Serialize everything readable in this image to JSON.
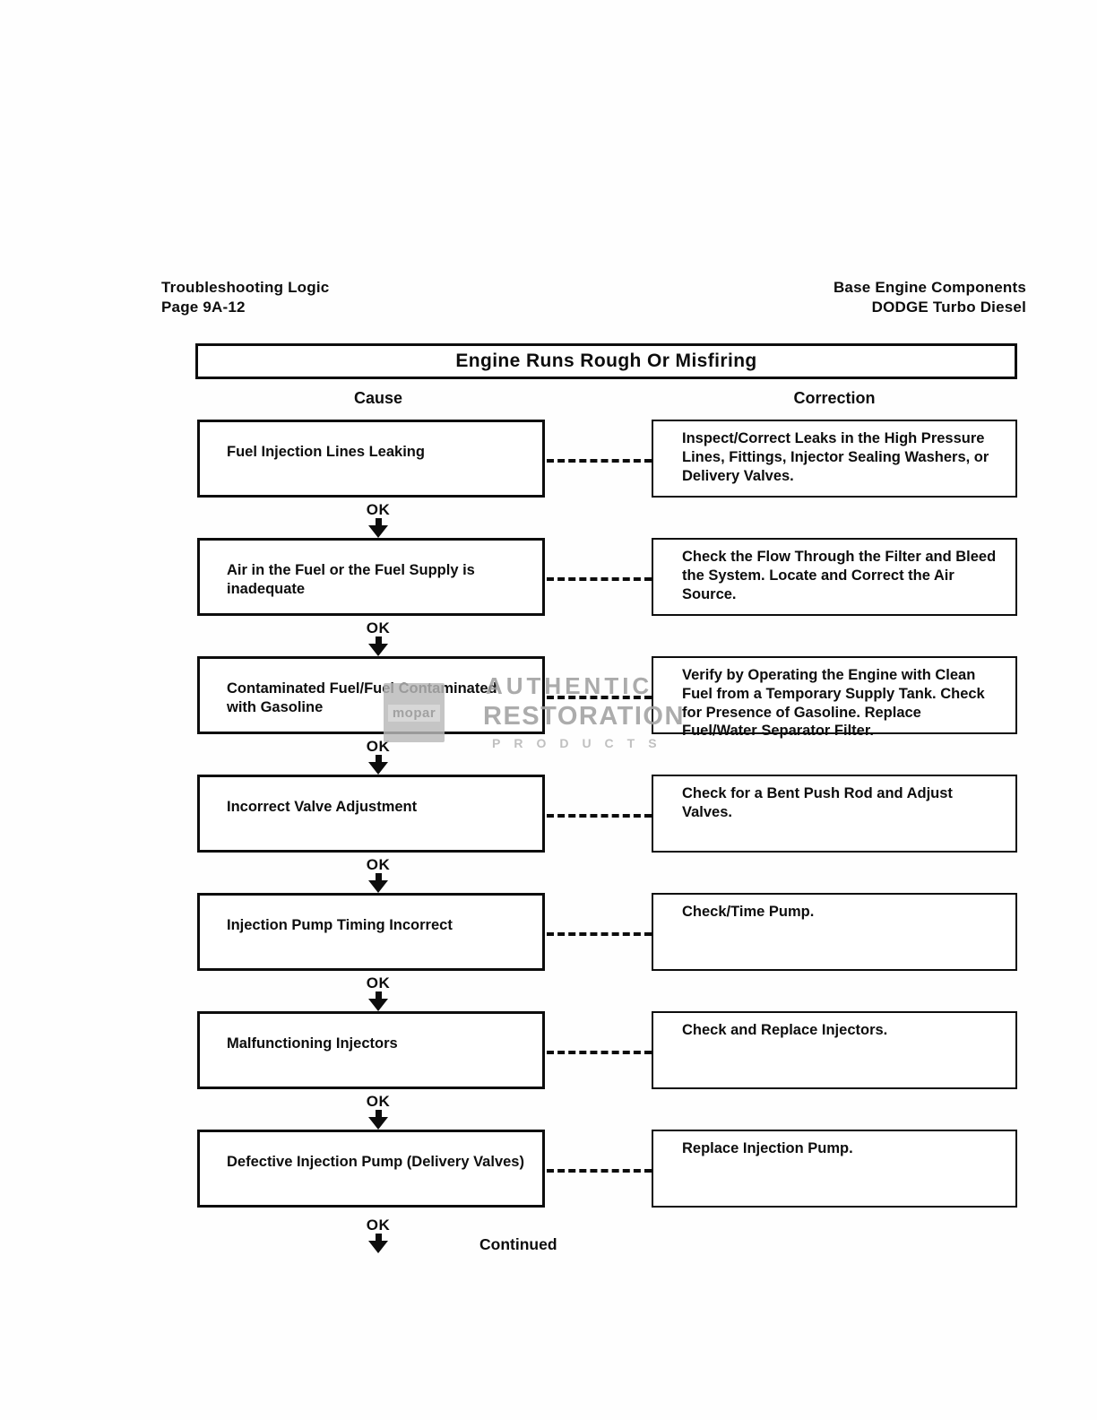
{
  "header": {
    "left_line1": "Troubleshooting Logic",
    "left_line2": "Page 9A-12",
    "right_line1": "Base Engine Components",
    "right_line2": "DODGE Turbo Diesel"
  },
  "chart": {
    "title": "Engine Runs Rough Or Misfiring",
    "cause_header": "Cause",
    "correction_header": "Correction",
    "ok_label": "OK",
    "continued_label": "Continued"
  },
  "rows": [
    {
      "cause": "Fuel Injection Lines Leaking",
      "correction": "Inspect/Correct Leaks in the High Pressure Lines, Fittings, Injector Sealing Washers, or Delivery Valves."
    },
    {
      "cause": "Air in the Fuel or the Fuel Supply is inadequate",
      "correction": "Check the Flow Through the Filter and Bleed the System. Locate and Correct the Air Source."
    },
    {
      "cause": "Contaminated Fuel/Fuel Contaminated with Gasoline",
      "correction": "Verify by Operating the Engine with Clean Fuel from a Temporary Supply Tank. Check for Presence of Gasoline. Replace Fuel/Water Separator Filter."
    },
    {
      "cause": "Incorrect Valve Adjustment",
      "correction": "Check for a Bent Push Rod and Adjust Valves."
    },
    {
      "cause": "Injection Pump Timing Incorrect",
      "correction": "Check/Time Pump."
    },
    {
      "cause": "Malfunctioning Injectors",
      "correction": "Check and Replace Injectors."
    },
    {
      "cause": "Defective Injection Pump (Delivery Valves)",
      "correction": "Replace Injection Pump."
    }
  ],
  "watermark": {
    "logo_text": "mopar",
    "line1": "AUTHENTIC",
    "line2": "RESTORATION",
    "line3": "PRODUCTS"
  },
  "colors": {
    "ink": "#0d0d0d",
    "watermark_gray": "#a4a4a4"
  }
}
